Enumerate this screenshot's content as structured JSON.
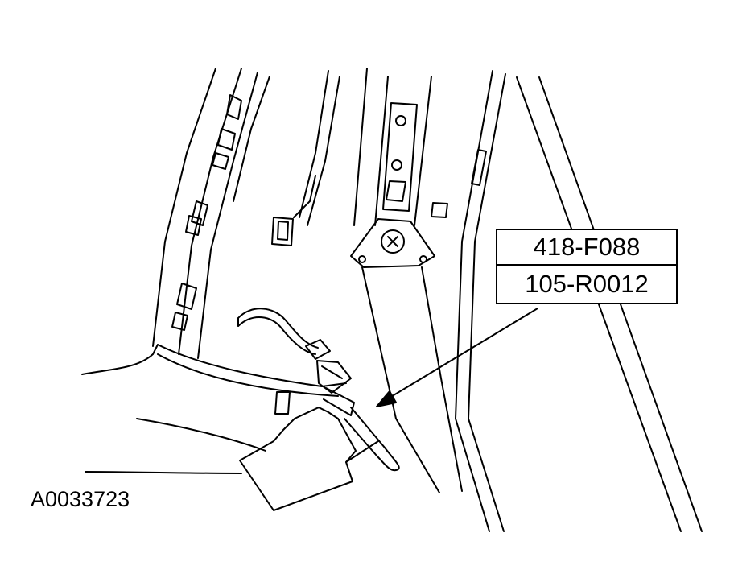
{
  "labels": {
    "tool_number_1": "418-F088",
    "tool_number_2": "105-R0012"
  },
  "figure_id": "A0033723"
}
